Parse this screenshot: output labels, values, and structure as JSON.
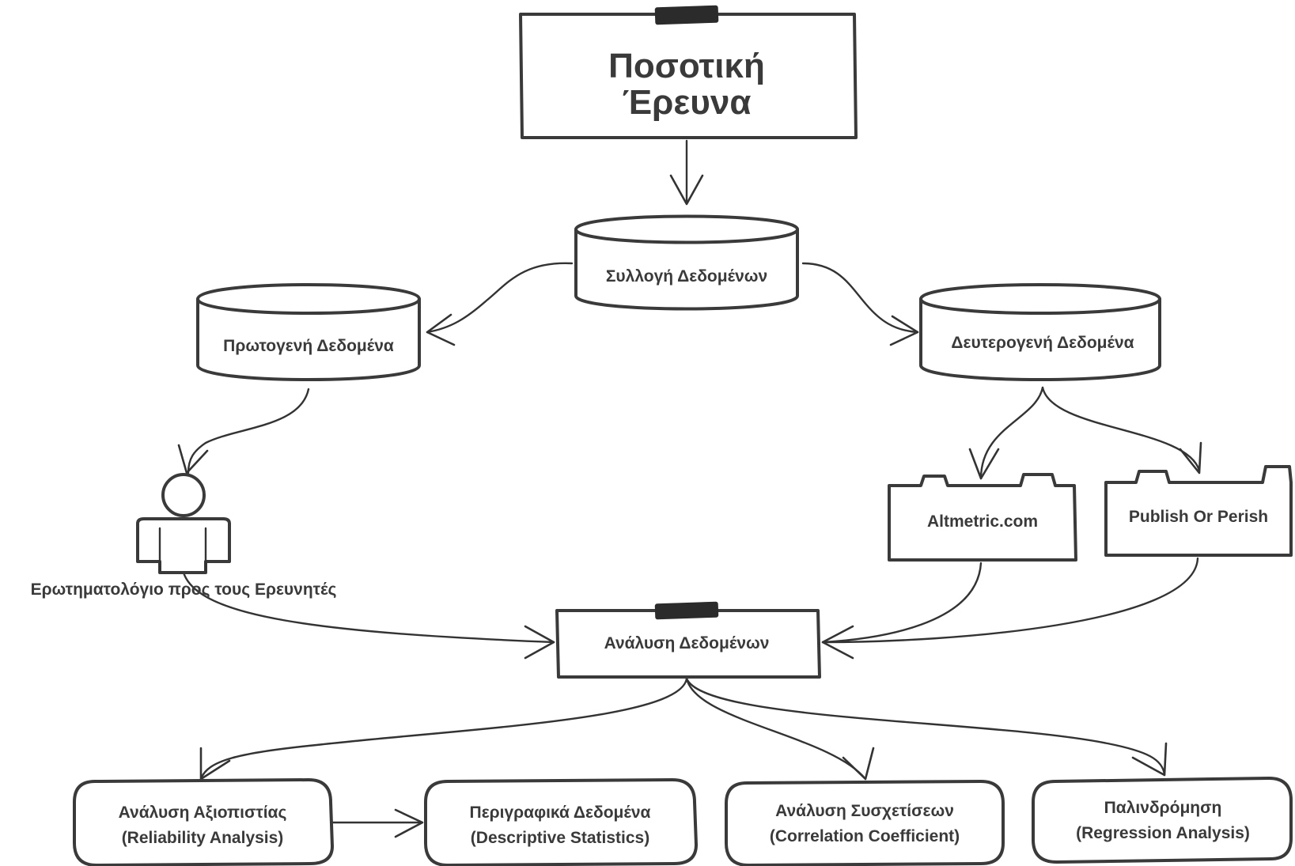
{
  "nodes": {
    "quantitative_research": [
      "Ποσοτική",
      "Έρευνα"
    ],
    "data_collection": "Συλλογή Δεδομένων",
    "primary_data": "Πρωτογενή Δεδομένα",
    "secondary_data": "Δευτερογενή Δεδομένα",
    "questionnaire": "Ερωτηματολόγιο προς τους Ερευνητές",
    "altmetric": "Altmetric.com",
    "publish_or_perish": "Publish Or Perish",
    "data_analysis": "Ανάλυση Δεδομένων",
    "reliability_analysis": [
      "Ανάλυση Αξιοπιστίας",
      "(Reliability Analysis)"
    ],
    "descriptive_statistics": [
      "Περιγραφικά Δεδομένα",
      "(Descriptive Statistics)"
    ],
    "correlation_analysis": [
      "Ανάλυση Συσχετίσεων",
      "(Correlation Coefficient)"
    ],
    "regression": [
      "Παλινδρόμηση",
      "(Regression Analysis)"
    ]
  },
  "icons": {
    "questionnaire": "person-icon",
    "altmetric": "folder-icon",
    "publish_or_perish": "folder-icon",
    "data_collection": "database-icon",
    "primary_data": "database-icon",
    "secondary_data": "database-icon"
  },
  "edges": [
    {
      "from": "quantitative_research",
      "to": "data_collection"
    },
    {
      "from": "data_collection",
      "to": "primary_data"
    },
    {
      "from": "data_collection",
      "to": "secondary_data"
    },
    {
      "from": "primary_data",
      "to": "questionnaire"
    },
    {
      "from": "secondary_data",
      "to": "altmetric"
    },
    {
      "from": "secondary_data",
      "to": "publish_or_perish"
    },
    {
      "from": "questionnaire",
      "to": "data_analysis"
    },
    {
      "from": "altmetric",
      "to": "data_analysis"
    },
    {
      "from": "publish_or_perish",
      "to": "data_analysis"
    },
    {
      "from": "data_analysis",
      "to": "reliability_analysis"
    },
    {
      "from": "data_analysis",
      "to": "correlation_analysis"
    },
    {
      "from": "data_analysis",
      "to": "regression"
    },
    {
      "from": "reliability_analysis",
      "to": "descriptive_statistics"
    }
  ],
  "colors": {
    "stroke": "#3a3a3a",
    "text": "#3a3a3a",
    "fill": "#ffffff",
    "tape": "#2b2b2b"
  }
}
